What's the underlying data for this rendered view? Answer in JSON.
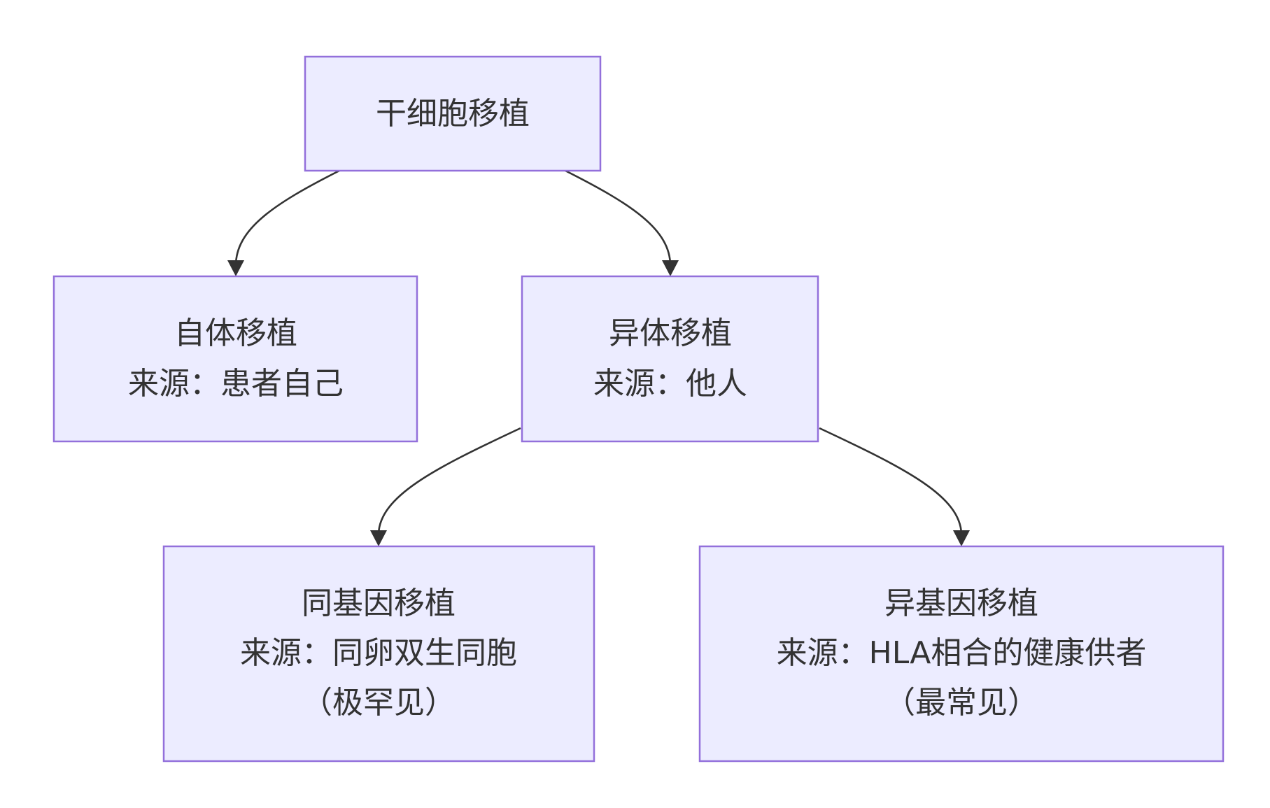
{
  "diagram": {
    "type": "flowchart",
    "direction": "top-down",
    "colors": {
      "node_fill": "#ececff",
      "node_border": "#9370db",
      "edge": "#333333",
      "text": "#333333"
    },
    "nodes": {
      "root": {
        "lines": [
          "干细胞移植"
        ]
      },
      "autologous": {
        "lines": [
          "自体移植",
          "来源：患者自己"
        ]
      },
      "allogeneic": {
        "lines": [
          "异体移植",
          "来源：他人"
        ]
      },
      "syngeneic": {
        "lines": [
          "同基因移植",
          "来源：同卵双生同胞",
          "（极罕见）"
        ]
      },
      "allo_hla": {
        "lines": [
          "异基因移植",
          "来源：HLA相合的健康供者",
          "（最常见）"
        ]
      }
    },
    "edges": [
      {
        "from": "root",
        "to": "autologous"
      },
      {
        "from": "root",
        "to": "allogeneic"
      },
      {
        "from": "allogeneic",
        "to": "syngeneic"
      },
      {
        "from": "allogeneic",
        "to": "allo_hla"
      }
    ]
  }
}
